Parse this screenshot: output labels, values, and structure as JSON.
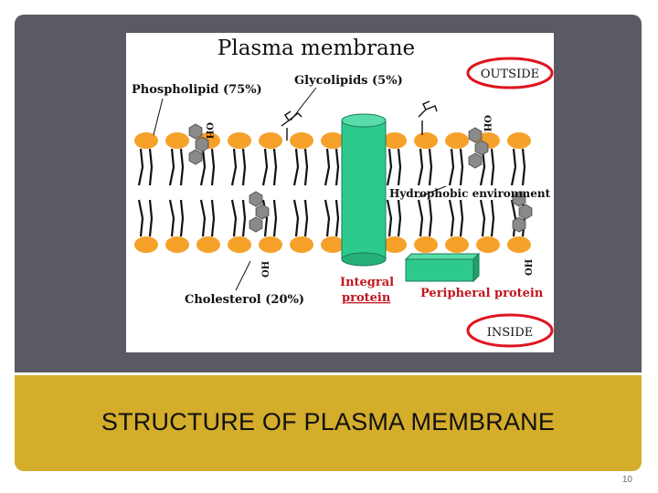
{
  "slide": {
    "title": "STRUCTURE OF PLASMA MEMBRANE",
    "page_number": "10",
    "colors": {
      "top_band": "#5b5a62",
      "bottom_band": "#d4ad2b",
      "lipid_head": "#f5a12a",
      "protein": "#2ec98d",
      "cholesterol": "#8a8a8a",
      "highlight_circle": "#e0141f",
      "label_red": "#c0161f"
    }
  },
  "diagram": {
    "title": "Plasma membrane",
    "labels": {
      "outside": "OUTSIDE",
      "inside": "INSIDE",
      "phospholipid": "Phospholipid (75%)",
      "glycolipids": "Glycolipids (5%)",
      "hydrophobic": "Hydrophobic environment",
      "cholesterol": "Cholesterol (20%)",
      "integral_line1": "Integral",
      "integral_line2": "protein",
      "peripheral": "Peripheral protein",
      "oh": "OH"
    }
  }
}
